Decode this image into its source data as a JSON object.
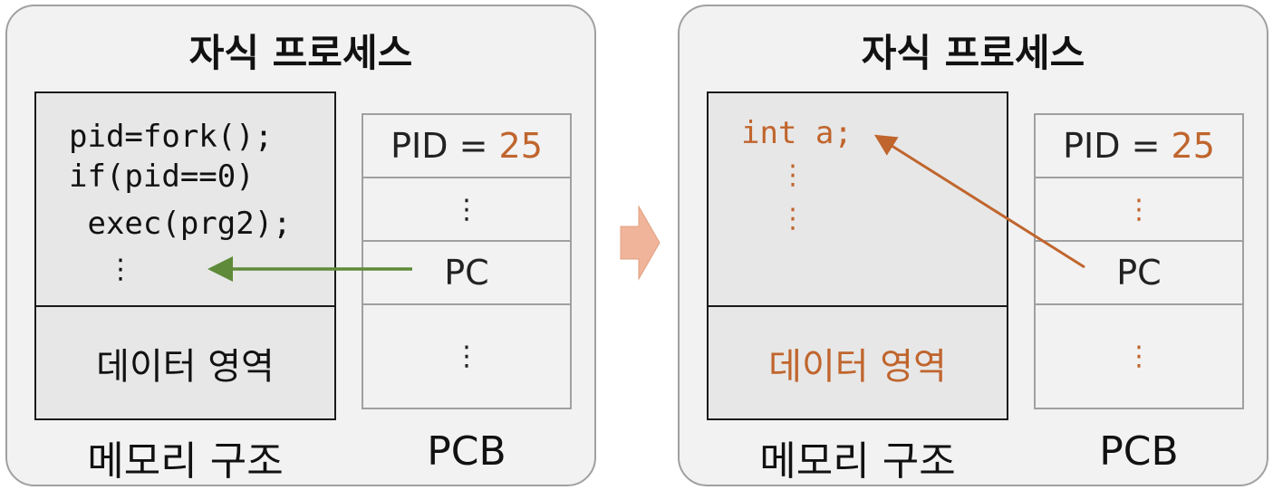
{
  "left": {
    "title": "자식 프로세스",
    "code": {
      "line1": "pid=fork();",
      "line2": "if(pid==0)",
      "line3": " exec(prg2);",
      "line4": "⋮"
    },
    "data_area": "데이터 영역",
    "pcb": {
      "pid_label": "PID = ",
      "pid_value": "25",
      "row2": "⋮",
      "pc": "PC",
      "row4": "⋮"
    },
    "caption_memory": "메모리 구조",
    "caption_pcb": "PCB"
  },
  "right": {
    "title": "자식 프로세스",
    "code": {
      "line1": "int a;",
      "dots1": "⋮",
      "dots2": "⋮"
    },
    "data_area": "데이터 영역",
    "pcb": {
      "pid_label": "PID = ",
      "pid_value": "25",
      "row2": "⋮",
      "pc": "PC",
      "row4": "⋮"
    },
    "caption_memory": "메모리 구조",
    "caption_pcb": "PCB"
  },
  "colors": {
    "accent_orange": "#c0652d",
    "arrow_green": "#5e8a3a",
    "transition_arrow": "#f0b49a",
    "panel_bg": "#f2f2f2",
    "memory_bg": "#e7e7e7"
  }
}
